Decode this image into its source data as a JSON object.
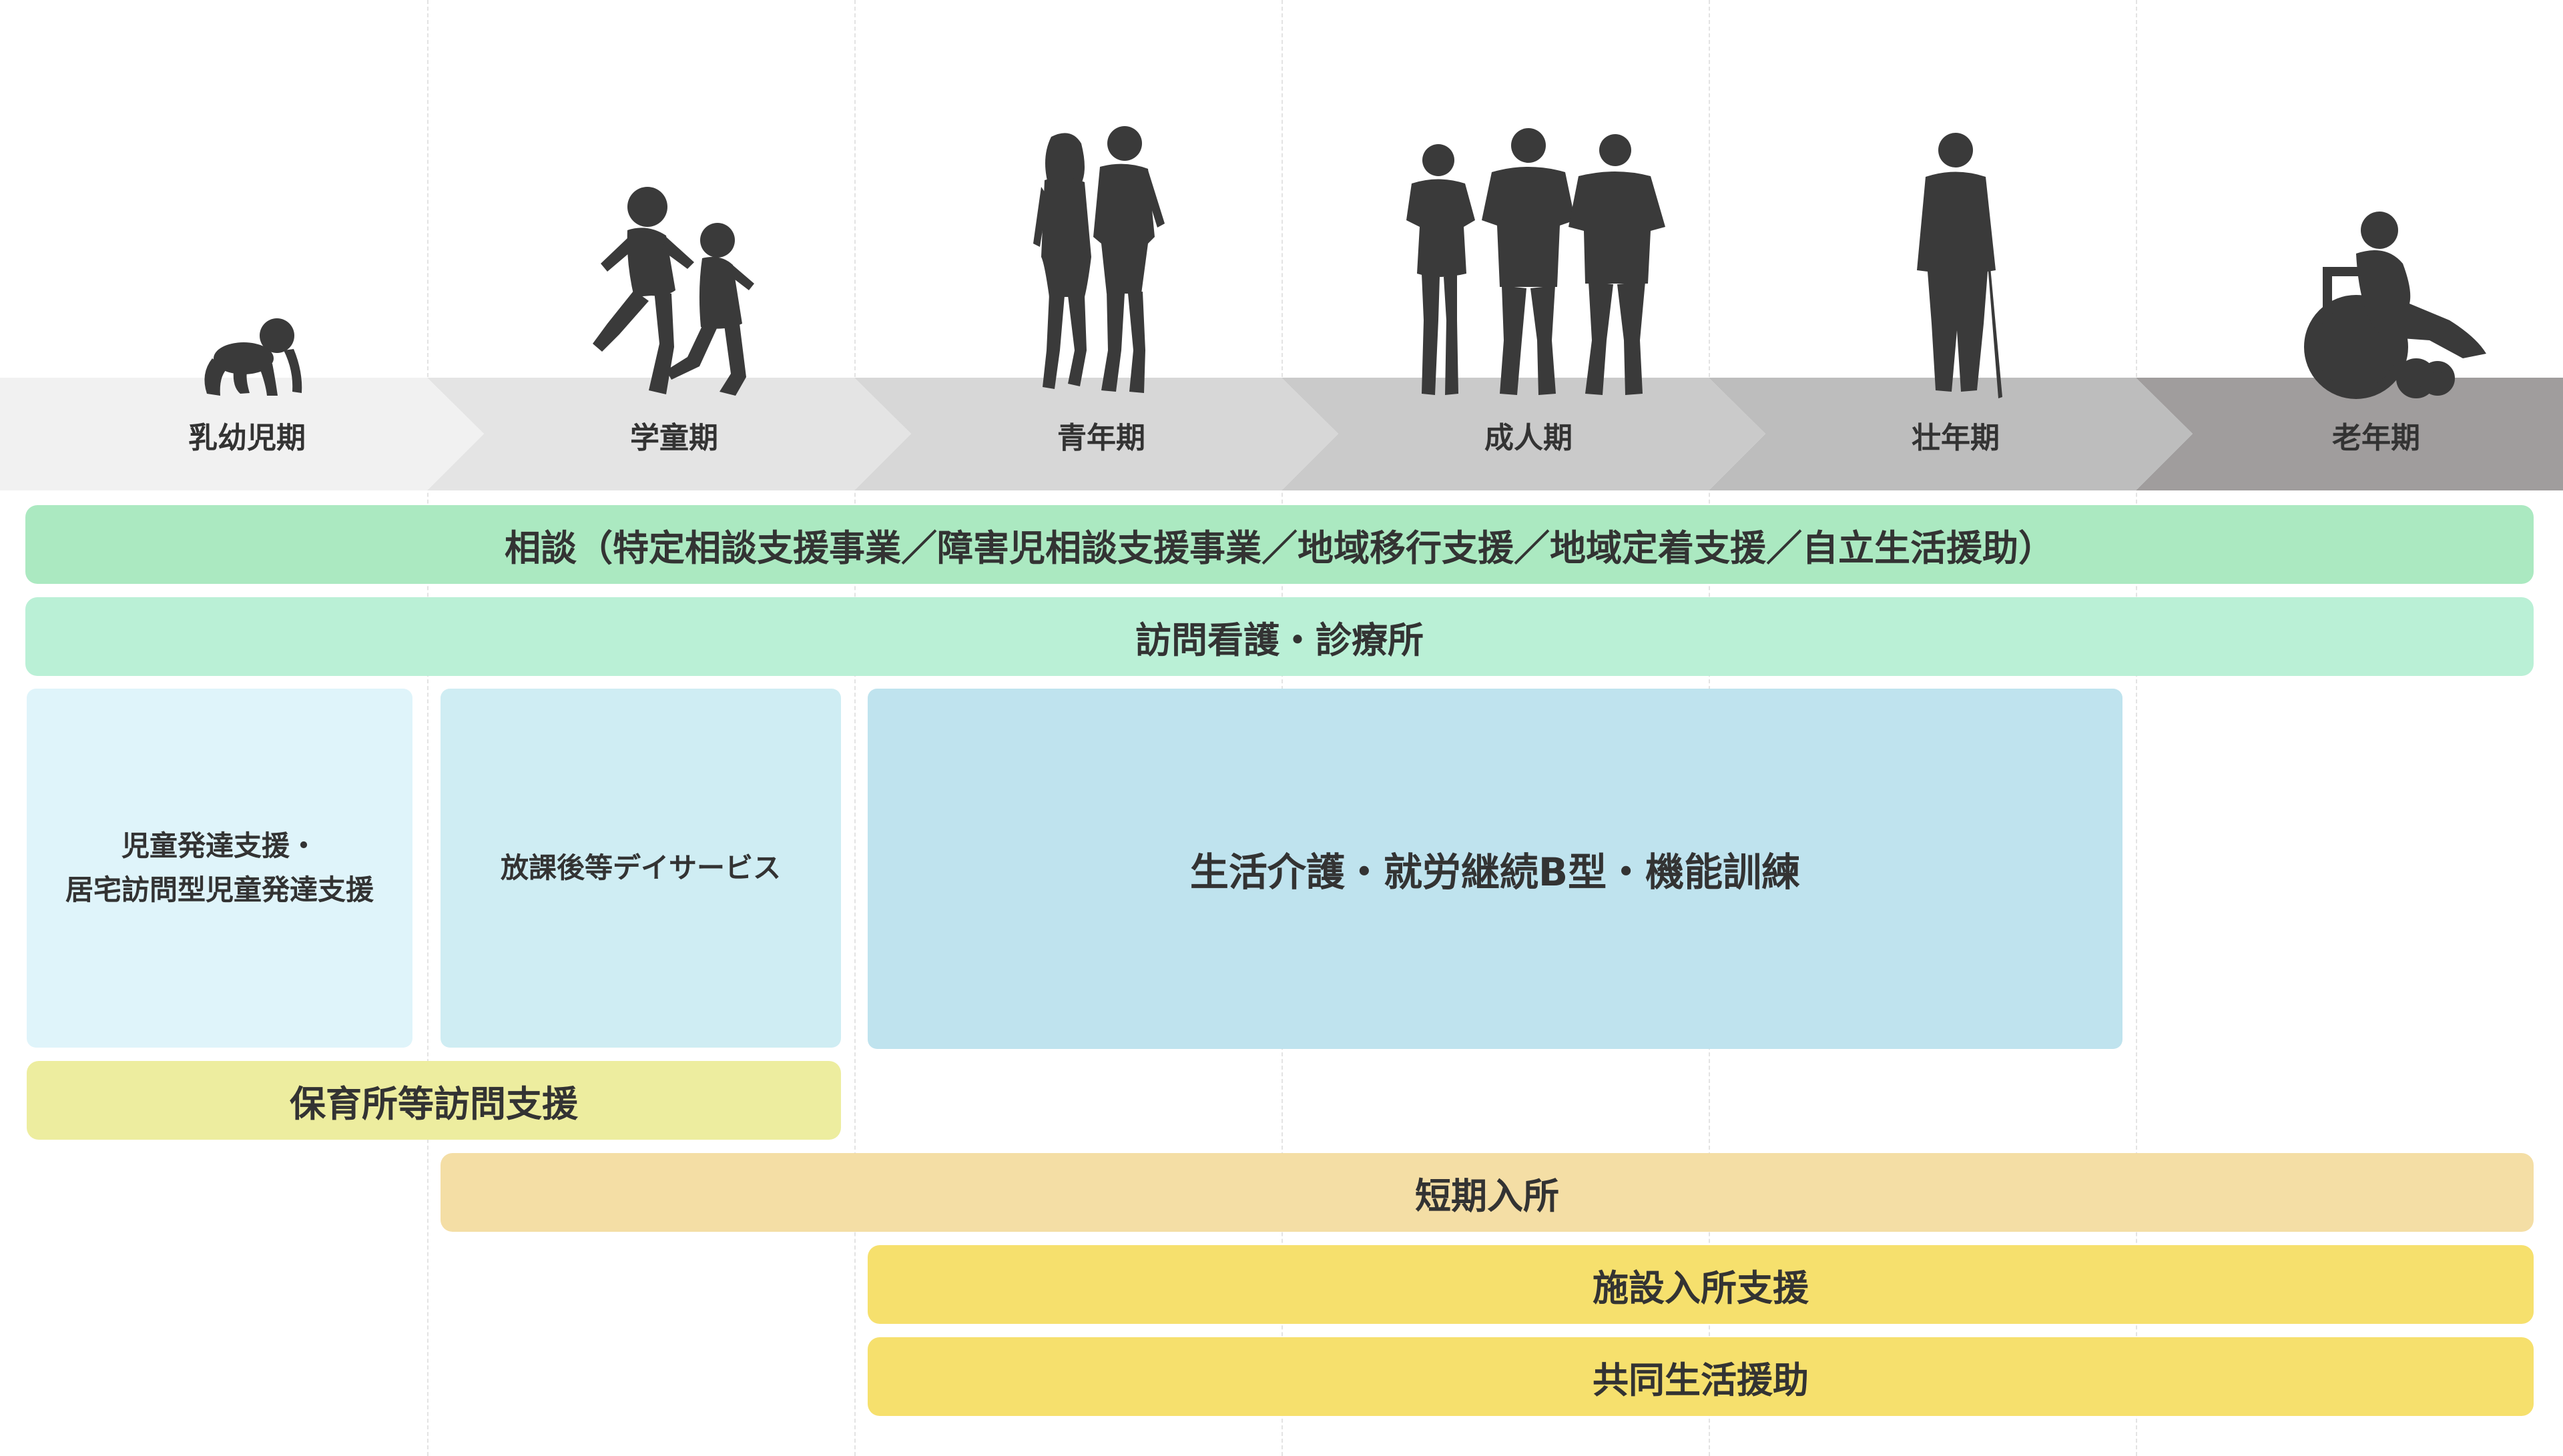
{
  "stages": [
    {
      "label": "乳幼児期",
      "color": "#f1f1f1",
      "figure": "crawling-baby-icon"
    },
    {
      "label": "学童期",
      "color": "#e4e4e4",
      "figure": "running-children-icon"
    },
    {
      "label": "青年期",
      "color": "#d7d7d7",
      "figure": "young-couple-icon"
    },
    {
      "label": "成人期",
      "color": "#cacaca",
      "figure": "adult-group-icon"
    },
    {
      "label": "壮年期",
      "color": "#bdbdbd",
      "figure": "elderly-man-with-cane-icon"
    },
    {
      "label": "老年期",
      "color": "#a09d9d",
      "figure": "wheelchair-user-icon"
    }
  ],
  "services": {
    "consultation": "相談（特定相談支援事業／障害児相談支援事業／地域移行支援／地域定着支援／自立生活援助）",
    "home_nursing": "訪問看護・診療所",
    "child_development_line1": "児童発達支援・",
    "child_development_line2": "居宅訪問型児童発達支援",
    "after_school": "放課後等デイサービス",
    "daily_living": "生活介護・就労継続B型・機能訓練",
    "nursery_visit": "保育所等訪問支援",
    "short_stay": "短期入所",
    "facility_admission": "施設入所支援",
    "group_home": "共同生活援助"
  },
  "colors": {
    "consultation": "#abe9c1",
    "home_nursing": "#baf0d6",
    "child_development": "#dff4fa",
    "after_school": "#cfedf3",
    "daily_living": "#bfe3ee",
    "nursery_visit": "#eded9f",
    "short_stay": "#f4dea5",
    "facility_admission": "#f6e06d",
    "group_home": "#f6e06d",
    "silhouette": "#3a3a3a"
  }
}
